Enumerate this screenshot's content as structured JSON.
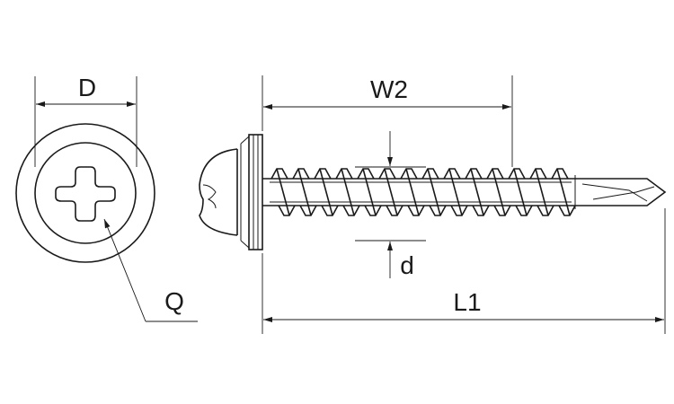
{
  "labels": {
    "head_diameter": "D",
    "recess": "Q",
    "thread_length": "W2",
    "thread_diameter": "d",
    "total_length": "L1"
  }
}
